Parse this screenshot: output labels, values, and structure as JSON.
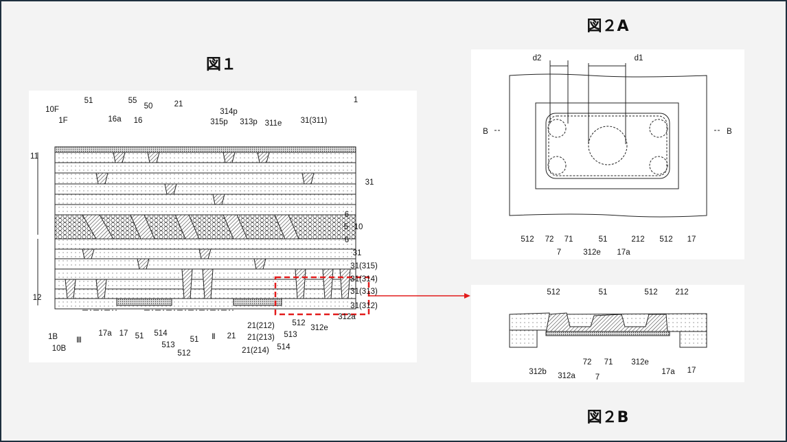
{
  "titles": {
    "fig1": "図１",
    "fig2a": "図２A",
    "fig2b": "図２B"
  },
  "colors": {
    "highlight": "#e21b1b",
    "border": "#1e2f3e"
  },
  "fig1": {
    "labels": [
      "1",
      "51",
      "55",
      "50",
      "21",
      "10F",
      "1F",
      "16a",
      "16",
      "314p",
      "315p",
      "313p",
      "311e",
      "31(311)",
      "11",
      "31",
      "6",
      "5",
      "10",
      "6",
      "31",
      "31(315)",
      "31(314)",
      "31(313)",
      "31(312)",
      "12",
      "312a",
      "512",
      "312e",
      "21(212)",
      "513",
      "21(213)",
      "514",
      "21(214)",
      "21",
      "Ⅱ",
      "51",
      "512",
      "513",
      "514",
      "51",
      "17",
      "17a",
      "Ⅲ",
      "1B",
      "10B"
    ]
  },
  "fig2a": {
    "labels": [
      "d2",
      "d1",
      "B",
      "B",
      "512",
      "72",
      "71",
      "7",
      "312e",
      "51",
      "17a",
      "212",
      "512",
      "17"
    ]
  },
  "fig2b": {
    "labels": [
      "512",
      "51",
      "512",
      "212",
      "312b",
      "312a",
      "72",
      "71",
      "7",
      "312e",
      "17a",
      "17"
    ]
  }
}
